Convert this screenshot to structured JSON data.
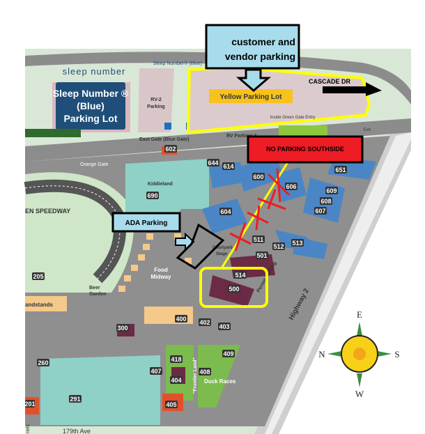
{
  "callouts": {
    "customer_vendor_line1": "customer and",
    "customer_vendor_line2": "vendor  parking",
    "no_parking": "NO PARKING SOUTHSIDE",
    "ada_parking": "ADA Parking",
    "cascade_dr": "CASCADE DR"
  },
  "map_labels": {
    "sleep_number_logo": "sleep number",
    "sleep_number_lot_1": "Sleep Number ®",
    "sleep_number_lot_2": "(Blue)",
    "sleep_number_lot_3": "Parking Lot",
    "sleep_number_blue": "Sleep Number® (Blue)",
    "rv2_1": "RV-2",
    "rv2_2": "Parking",
    "yellow_lot": "Yellow Parking Lot",
    "inside_green_gate": "Inside Green Gate Entry",
    "east_gate": "East Gate (Blue Gate)",
    "rv_parking_3": "RV Parking-3",
    "exit": "Exit",
    "orange_gate": "Orange Gate",
    "kiddieland": "Kiddieland",
    "speedway": "EN SPEEDWAY",
    "food_midway_1": "Food",
    "food_midway_2": "Midway",
    "beer_garden_1": "Beer",
    "beer_garden_2": "Garden",
    "grandstands": "andstands",
    "courtyard_stage_1": "Courtyard",
    "courtyard_stage_2": "Stage",
    "permit_parking": "Permit Parking",
    "highway_2": "Highway 2",
    "frontier_land": "\"Frontier Land\"",
    "duck_races": "Duck Races",
    "ave_179": "179th Ave",
    "kennels": "nels"
  },
  "buildings": [
    "602",
    "644",
    "614",
    "600",
    "606",
    "651",
    "609",
    "608",
    "607",
    "604",
    "690",
    "511",
    "512",
    "513",
    "501",
    "514",
    "500",
    "205",
    "400",
    "402",
    "403",
    "300",
    "418",
    "407",
    "404",
    "408",
    "409",
    "405",
    "260",
    "291",
    "201"
  ],
  "compass": {
    "north": "N",
    "east": "E",
    "south": "S",
    "west": "W"
  },
  "colors": {
    "yellow_outline": "#ffff00",
    "callout_blue": "#a8dcec",
    "no_parking_red": "#ee1c24",
    "lot_blue": "#1f4e79",
    "building_blue": "#4a86c5",
    "building_maroon": "#6b2a45"
  }
}
